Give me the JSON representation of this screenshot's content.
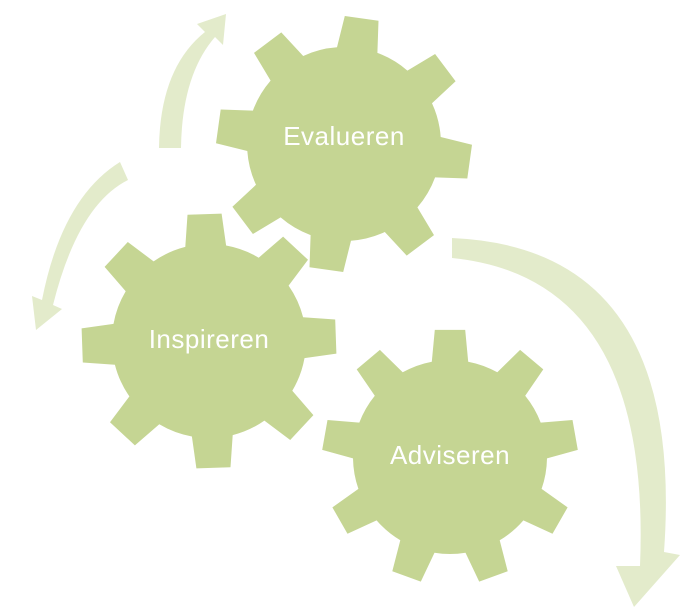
{
  "colors": {
    "gear": "#c5d593",
    "arrow": "#e3ebcb",
    "label": "#ffffff",
    "background": "#ffffff"
  },
  "gears": [
    {
      "id": "evalueren",
      "label": "Evalueren"
    },
    {
      "id": "inspireren",
      "label": "Inspireren"
    },
    {
      "id": "adviseren",
      "label": "Adviseren"
    }
  ]
}
